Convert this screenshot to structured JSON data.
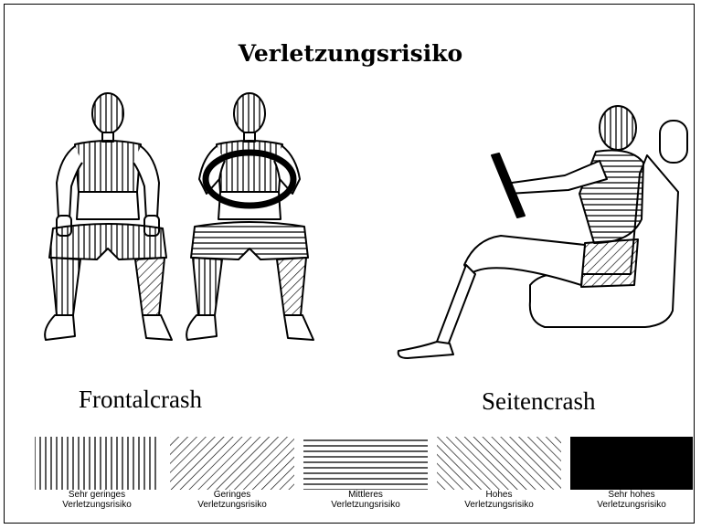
{
  "title": "Verletzungsrisiko",
  "captions": {
    "frontal": "Frontalcrash",
    "side": "Seitencrash"
  },
  "legend": [
    {
      "line1": "Sehr geringes",
      "line2": "Verletzungsrisiko",
      "pattern": "vertical"
    },
    {
      "line1": "Geringes",
      "line2": "Verletzungsrisiko",
      "pattern": "diagonal-up"
    },
    {
      "line1": "Mittleres",
      "line2": "Verletzungsrisiko",
      "pattern": "horizontal"
    },
    {
      "line1": "Hohes",
      "line2": "Verletzungsrisiko",
      "pattern": "diagonal-down"
    },
    {
      "line1": "Sehr hohes",
      "line2": "Verletzungsrisiko",
      "pattern": "solid"
    }
  ],
  "colors": {
    "ink": "#000000",
    "background": "#ffffff"
  }
}
